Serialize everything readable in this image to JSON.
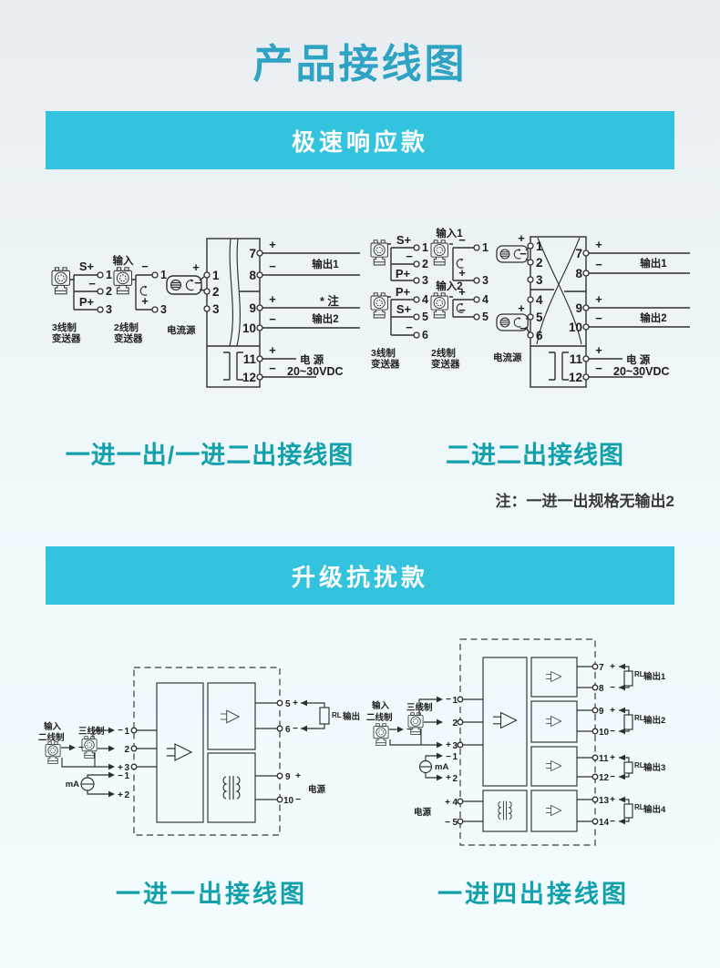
{
  "page": {
    "title": "产品接线图"
  },
  "sections": {
    "fast": {
      "banner": "极速响应款",
      "caption_left": "一进一出/一进二出接线图",
      "caption_right": "二进二出接线图",
      "note": "注：一进一出规格无输出2"
    },
    "upgraded": {
      "banner": "升级抗扰款",
      "caption_left": "一进一出接线图",
      "caption_right": "一进四出接线图"
    }
  },
  "labels": {
    "input": "输入",
    "input1": "输入1",
    "input2": "输入2",
    "tx3": "3线制",
    "tx2": "2线制",
    "txsuffix": "变送器",
    "wire2": "二线制",
    "wire3": "三线制",
    "source": "电流源",
    "ma": "mA",
    "out": "输出",
    "out1": "输出1",
    "out2": "输出2",
    "out3": "输出3",
    "out4": "输出4",
    "rl": "RL",
    "power_sp": "电 源",
    "power": "电源",
    "vdc": "20~30VDC",
    "note_mark": "* 注",
    "plus": "+",
    "minus": "−",
    "splus": "S+",
    "pplus": "P+"
  },
  "d1": {
    "float3w": [
      "1",
      "2",
      "3"
    ],
    "float2w": [
      "1",
      "3"
    ],
    "left": [
      "1",
      "2",
      "3"
    ],
    "right": [
      "7",
      "8",
      "9",
      "10",
      "11",
      "12"
    ]
  },
  "d2": {
    "float3w_a": [
      "1",
      "2",
      "3"
    ],
    "float2w_a": [
      "1",
      "3"
    ],
    "float3w_b": [
      "4",
      "5",
      "6"
    ],
    "float2w_b": [
      "4",
      "5"
    ],
    "left": [
      "1",
      "2",
      "3",
      "4",
      "5",
      "6"
    ],
    "right": [
      "7",
      "8",
      "9",
      "10",
      "11",
      "12"
    ]
  },
  "d3": {
    "in": [
      "1",
      "2",
      "3"
    ],
    "ma": [
      "1",
      "2"
    ],
    "out": [
      "5",
      "6"
    ],
    "pw": [
      "9",
      "10"
    ]
  },
  "d4": {
    "in": [
      "1",
      "2",
      "3"
    ],
    "ma": [
      "1",
      "2"
    ],
    "pw": [
      "4",
      "5"
    ],
    "out": [
      "7",
      "8",
      "9",
      "10",
      "11",
      "12",
      "13",
      "14"
    ]
  }
}
